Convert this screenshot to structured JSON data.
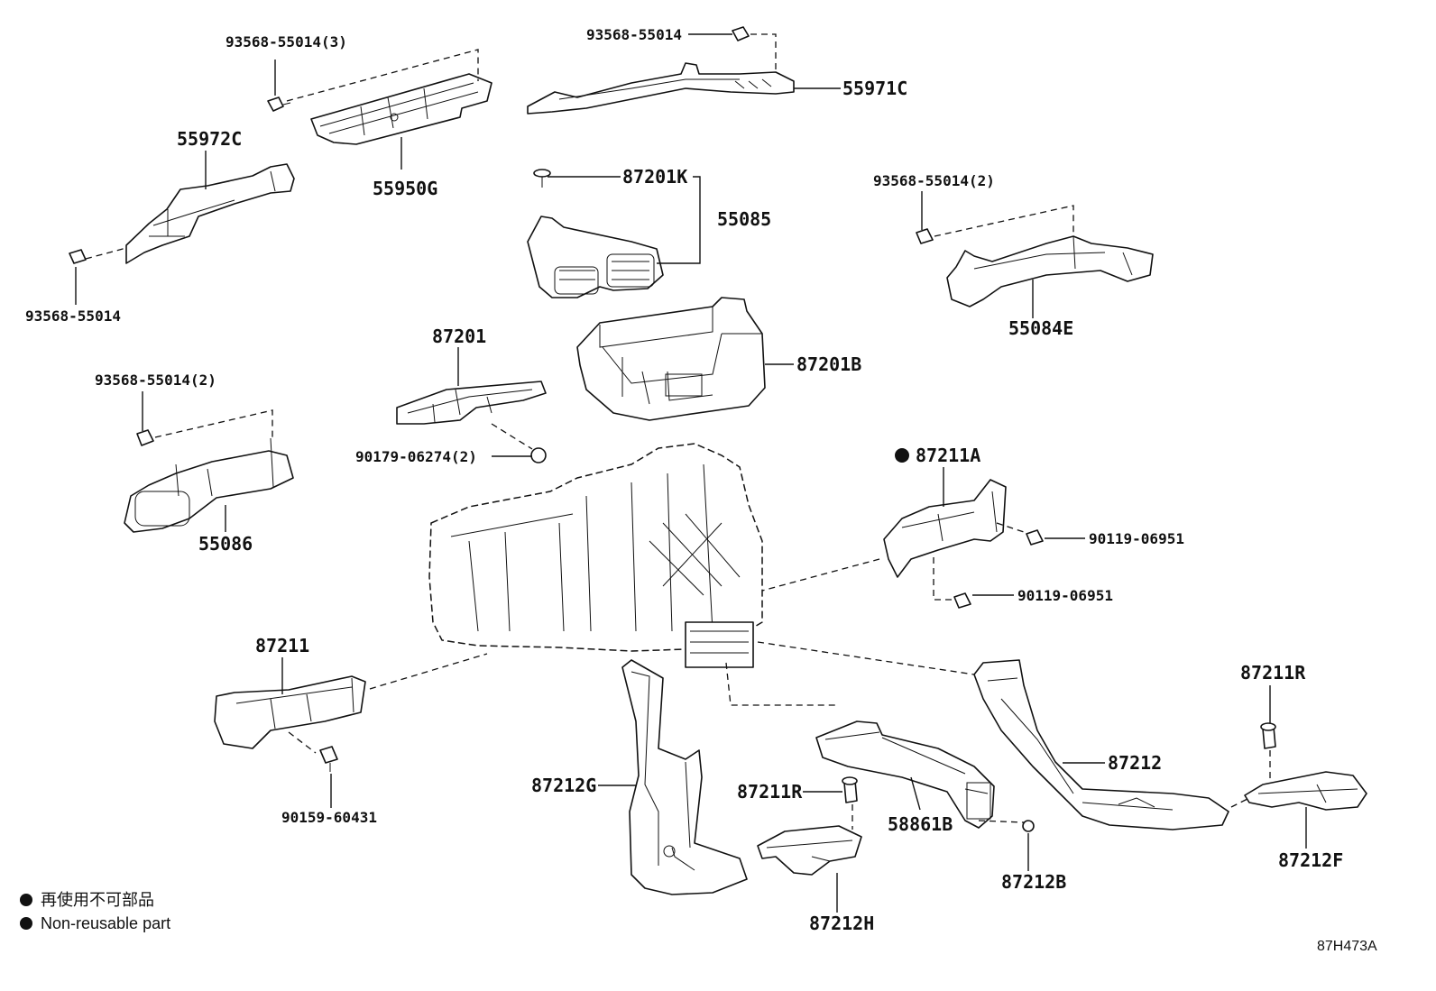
{
  "diagram_id": "87H473A",
  "legend": {
    "marker": "●",
    "note_ja": "再使用不可部品",
    "note_en": "Non-reusable part"
  },
  "parts": {
    "p_93568_55014_3": "93568-55014(3)",
    "p_93568_55014_top": "93568-55014",
    "p_55971C": "55971C",
    "p_55972C": "55972C",
    "p_55950G": "55950G",
    "p_87201K": "87201K",
    "p_55085": "55085",
    "p_93568_55014_2_right": "93568-55014(2)",
    "p_93568_55014_left": "93568-55014",
    "p_55084E": "55084E",
    "p_87201": "87201",
    "p_87201B": "87201B",
    "p_93568_55014_2_left": "93568-55014(2)",
    "p_90179_06274_2": "90179-06274(2)",
    "p_87211A": "87211A",
    "p_55086": "55086",
    "p_90119_06951_a": "90119-06951",
    "p_90119_06951_b": "90119-06951",
    "p_87211": "87211",
    "p_87211R_right": "87211R",
    "p_87212": "87212",
    "p_87212G": "87212G",
    "p_87211R_mid": "87211R",
    "p_90159_60431": "90159-60431",
    "p_58861B": "58861B",
    "p_87212B": "87212B",
    "p_87212F": "87212F",
    "p_87212H": "87212H"
  }
}
